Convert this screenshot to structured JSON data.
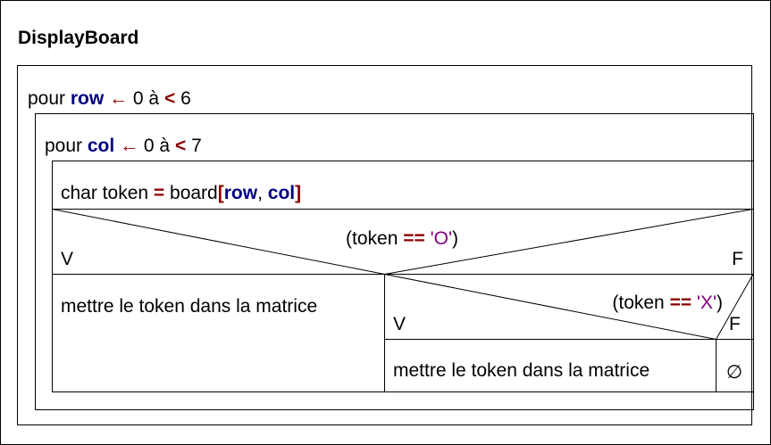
{
  "title": "DisplayBoard",
  "outer_loop": {
    "keyword": "pour",
    "var": "row",
    "arrow": "←",
    "start": "0 à",
    "cmp": "<",
    "end": "6"
  },
  "inner_loop": {
    "keyword": "pour",
    "var": "col",
    "arrow": "←",
    "start": "0 à",
    "cmp": "<",
    "end": "7"
  },
  "assign": {
    "decl": "char token",
    "eq": "=",
    "target": "board",
    "lbracket": "[",
    "idx1": "row",
    "comma": ",",
    "idx2": "col",
    "rbracket": "]"
  },
  "cond1": {
    "lparen": "(token",
    "op": "==",
    "value": "'O'",
    "rparen": ")",
    "true_label": "V",
    "false_label": "F"
  },
  "cond1_true_action": "mettre le token dans la matrice",
  "cond2": {
    "lparen": "(token",
    "op": "==",
    "value": "'X'",
    "rparen": ")",
    "true_label": "V",
    "false_label": "F"
  },
  "cond2_true_action": "mettre le token dans la matrice",
  "cond2_false_action": "∅"
}
